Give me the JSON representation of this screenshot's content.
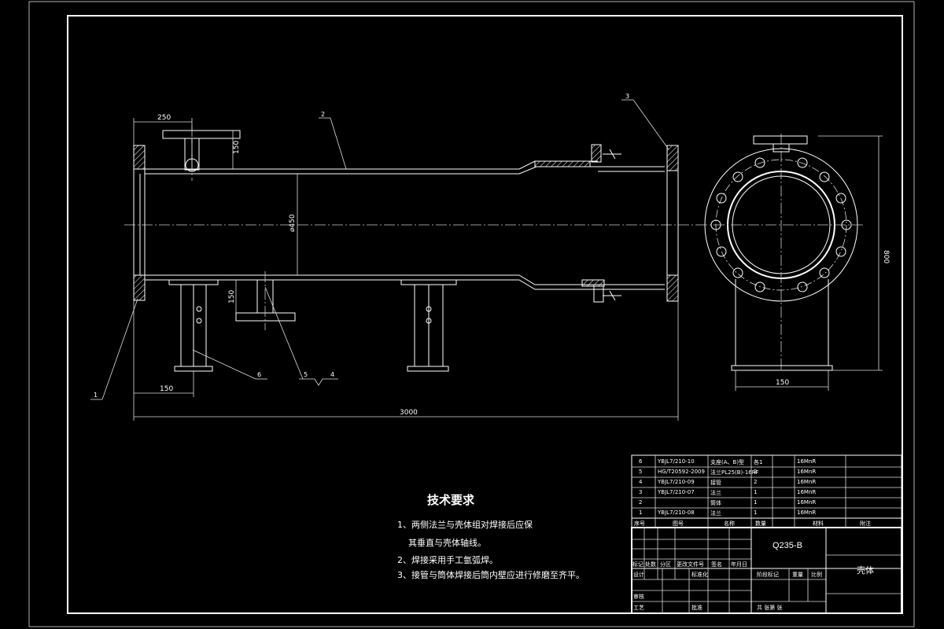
{
  "dimensions": {
    "d250": "250",
    "d150_top": "150",
    "d450": "⌀450",
    "d150_bottom_v": "150",
    "d150_bottom_h": "150",
    "d3000": "3000",
    "d800": "800",
    "d150_side": "150"
  },
  "callouts": {
    "c1": "1",
    "c2": "2",
    "c3": "3",
    "c4": "4",
    "c5": "5",
    "c6": "6"
  },
  "tech_requirements": {
    "title": "技术要求",
    "items": [
      "1、两侧法兰与壳体组对焊接后应保",
      "其垂直与壳体轴线。",
      "2、焊接采用手工氩弧焊。",
      "3、接管与筒体焊接后筒内壁应进行修磨至齐平。"
    ]
  },
  "parts_list": {
    "rows": [
      [
        "6",
        "YBJL7/210-10",
        "支座(A、B)型",
        "各1",
        "16MnR"
      ],
      [
        "5",
        "HG/T20592-2009",
        "法兰PL25(B)-16RF",
        "2",
        "16MnR"
      ],
      [
        "4",
        "YBJL7/210-09",
        "接管",
        "2",
        "16MnR"
      ],
      [
        "3",
        "YBJL7/210-07",
        "法兰",
        "1",
        "16MnR"
      ],
      [
        "2",
        "",
        "筒体",
        "1",
        "16MnR"
      ],
      [
        "1",
        "YBJL7/210-08",
        "法兰",
        "1",
        "16MnR"
      ]
    ],
    "header": [
      "序号",
      "图号",
      "名称",
      "数量",
      "材料",
      "附注"
    ]
  },
  "title_block": {
    "material": "Q235-B",
    "part_name": "壳体",
    "labels": {
      "mark": "标记",
      "count": "处数",
      "zone": "分区",
      "change_doc": "更改文件号",
      "signature": "签名",
      "date": "年月日",
      "design": "设计",
      "standardization": "标准化",
      "stage_mark": "阶段标记",
      "weight": "重量",
      "scale": "比例",
      "review": "审核",
      "process": "工艺",
      "approve": "批准",
      "sheets": "共  张第  张"
    }
  }
}
